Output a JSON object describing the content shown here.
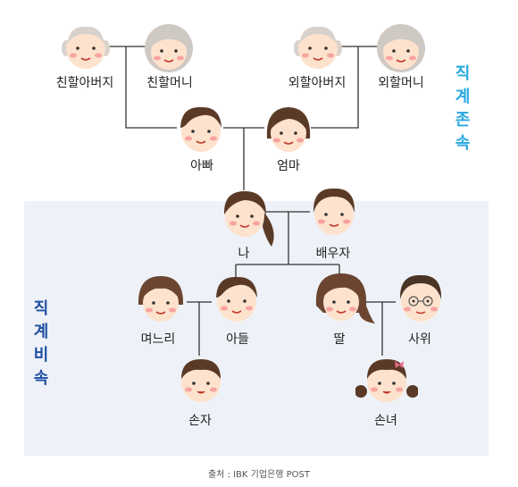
{
  "members": {
    "paternal_grandfather": "친할아버지",
    "paternal_grandmother": "친할머니",
    "maternal_grandfather": "외할아버지",
    "maternal_grandmother": "외할머니",
    "father": "아빠",
    "mother": "엄마",
    "me": "나",
    "spouse": "배우자",
    "daughter_in_law": "며느리",
    "son": "아들",
    "daughter": "딸",
    "son_in_law": "사위",
    "grandson": "손자",
    "granddaughter": "손녀"
  },
  "side_labels": {
    "ascendants": [
      "직",
      "계",
      "존",
      "속"
    ],
    "descendants": [
      "직",
      "계",
      "비",
      "속"
    ]
  },
  "source": "출처 : IBK 기업은행 POST",
  "colors": {
    "ascendant_accent": "#27a9df",
    "descendant_accent": "#1f4fa3",
    "panel": "#eef2f8",
    "skin": "#fde2cd",
    "cheek": "#f7a3a0",
    "hair_dark": "#5a3a26",
    "hair_grey": "#cfc9c4"
  }
}
